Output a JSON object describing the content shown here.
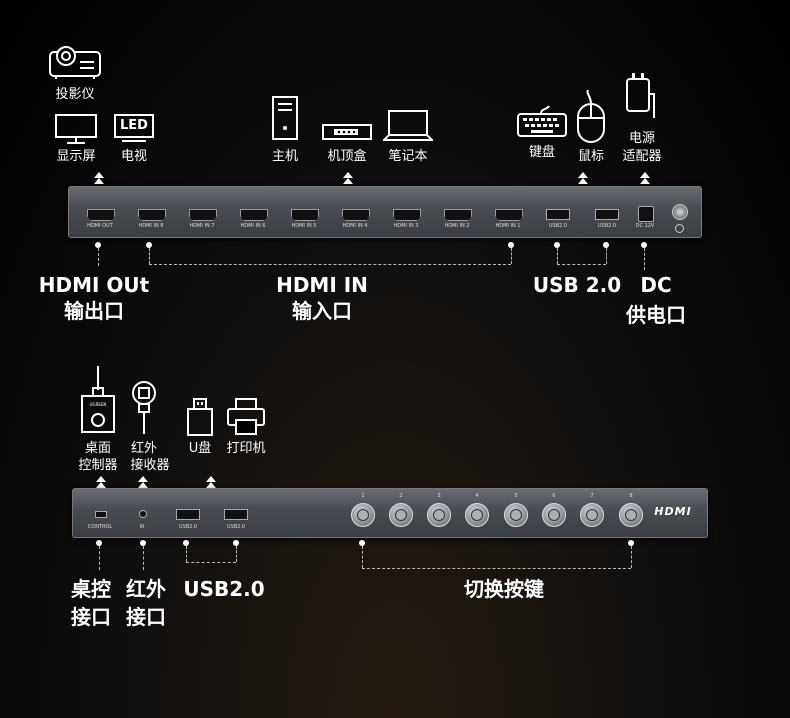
{
  "devices_top": {
    "projector": "投影仪",
    "display": "显示屏",
    "tv_badge": "LED",
    "tv": "电视",
    "host": "主机",
    "settop": "机顶盒",
    "laptop": "笔记本",
    "keyboard": "键盘",
    "mouse": "鼠标",
    "adapter_line1": "电源",
    "adapter_line2": "适配器"
  },
  "panel_top": {
    "ports": [
      "HDMI OUT",
      "HDMI IN 8",
      "HDMI IN 7",
      "HDMI IN 6",
      "HDMI IN 5",
      "HDMI IN 4",
      "HDMI IN 3",
      "HDMI IN 2",
      "HDMI IN 1"
    ],
    "usb": [
      "USB2.0",
      "USB2.0"
    ],
    "dc": "DC 12V"
  },
  "labels_top": {
    "hdmi_out_line1": "HDMI OUt",
    "hdmi_out_line2": "输出口",
    "hdmi_in_line1": "HDMI IN",
    "hdmi_in_line2": "输入口",
    "usb": "USB 2.0",
    "dc_line1": "DC",
    "dc_line2": "供电口"
  },
  "devices_bottom": {
    "desk_line1": "桌面",
    "desk_line2": "控制器",
    "ir_line1": "红外",
    "ir_line2": "接收器",
    "udisk": "U盘",
    "printer": "打印机",
    "remote_brand": "UGREEN"
  },
  "panel_bottom": {
    "control": "CONTROL",
    "ir": "IR",
    "usb": [
      "USB2.0",
      "USB2.0"
    ],
    "buttons": [
      "1",
      "2",
      "3",
      "4",
      "5",
      "6",
      "7",
      "8"
    ],
    "logo": "HDMI"
  },
  "labels_bottom": {
    "desk_line1": "桌控",
    "desk_line2": "接口",
    "ir_line1": "红外",
    "ir_line2": "接口",
    "usb": "USB2.0",
    "switch": "切换按键"
  }
}
